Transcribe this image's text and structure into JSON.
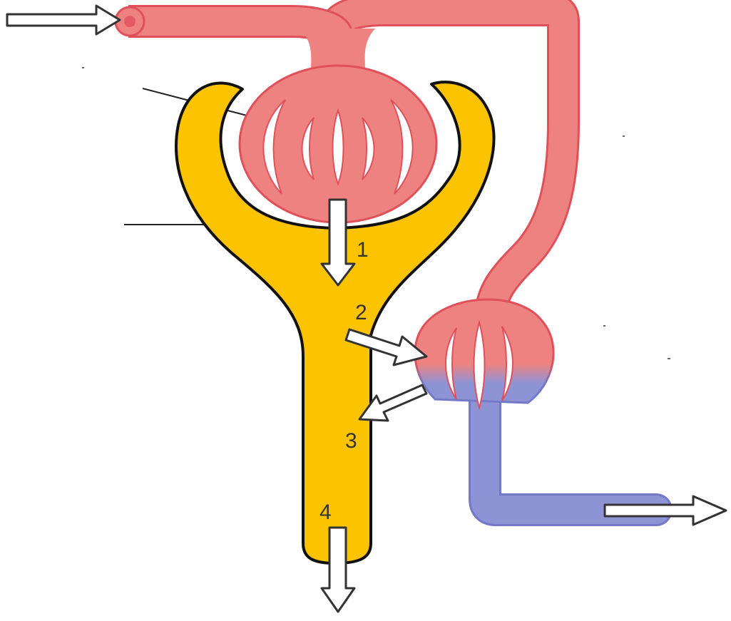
{
  "diagram": {
    "step_labels": [
      "1",
      "2",
      "3",
      "4"
    ],
    "colors": {
      "arterial_blood": "#ee8280",
      "arterial_outline": "#e0505a",
      "venous_blood": "#8e93d6",
      "venous_outline": "#7379c6",
      "tubule_fill": "#fcc400",
      "tubule_outline": "#111111",
      "arrow_fill": "#ffffff",
      "arrow_outline": "#333333",
      "label_text": "#333333",
      "leader_line": "#222222"
    },
    "parts": [
      "afferent-arteriole",
      "efferent-arteriole",
      "glomerulus",
      "bowmans-capsule",
      "renal-tubule",
      "peritubular-capillaries",
      "renal-vein",
      "blank-label-lines"
    ],
    "arrows": [
      "blood-inflow-arrow",
      "filtration-arrow",
      "secretion-arrow",
      "reabsorption-arrow",
      "excretion-arrow",
      "blood-outflow-arrow"
    ]
  }
}
